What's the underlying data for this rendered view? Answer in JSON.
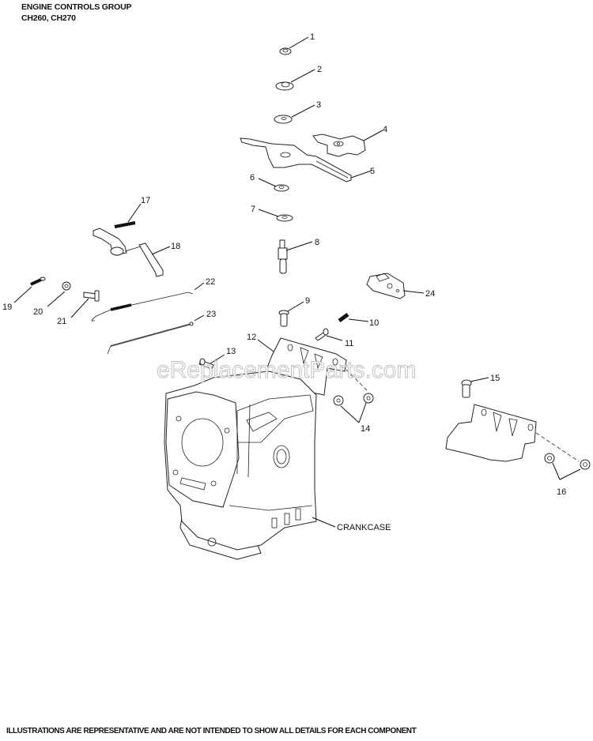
{
  "header": {
    "title": "ENGINE CONTROLS GROUP",
    "models": "CH260, CH270"
  },
  "watermark": "eReplacementParts.com",
  "callouts": [
    {
      "id": "1",
      "label": "1"
    },
    {
      "id": "2",
      "label": "2"
    },
    {
      "id": "3",
      "label": "3"
    },
    {
      "id": "4",
      "label": "4"
    },
    {
      "id": "5",
      "label": "5"
    },
    {
      "id": "6",
      "label": "6"
    },
    {
      "id": "7",
      "label": "7"
    },
    {
      "id": "8",
      "label": "8"
    },
    {
      "id": "9",
      "label": "9"
    },
    {
      "id": "10",
      "label": "10"
    },
    {
      "id": "11",
      "label": "11"
    },
    {
      "id": "12",
      "label": "12"
    },
    {
      "id": "13",
      "label": "13"
    },
    {
      "id": "14",
      "label": "14"
    },
    {
      "id": "15",
      "label": "15"
    },
    {
      "id": "16",
      "label": "16"
    },
    {
      "id": "17",
      "label": "17"
    },
    {
      "id": "18",
      "label": "18"
    },
    {
      "id": "19",
      "label": "19"
    },
    {
      "id": "20",
      "label": "20"
    },
    {
      "id": "21",
      "label": "21"
    },
    {
      "id": "22",
      "label": "22"
    },
    {
      "id": "23",
      "label": "23"
    },
    {
      "id": "24",
      "label": "24"
    }
  ],
  "assembly_label": "CRANKCASE",
  "footer": "ILLUSTRATIONS ARE REPRESENTATIVE AND ARE NOT INTENDED TO SHOW ALL DETAILS FOR EACH COMPONENT"
}
